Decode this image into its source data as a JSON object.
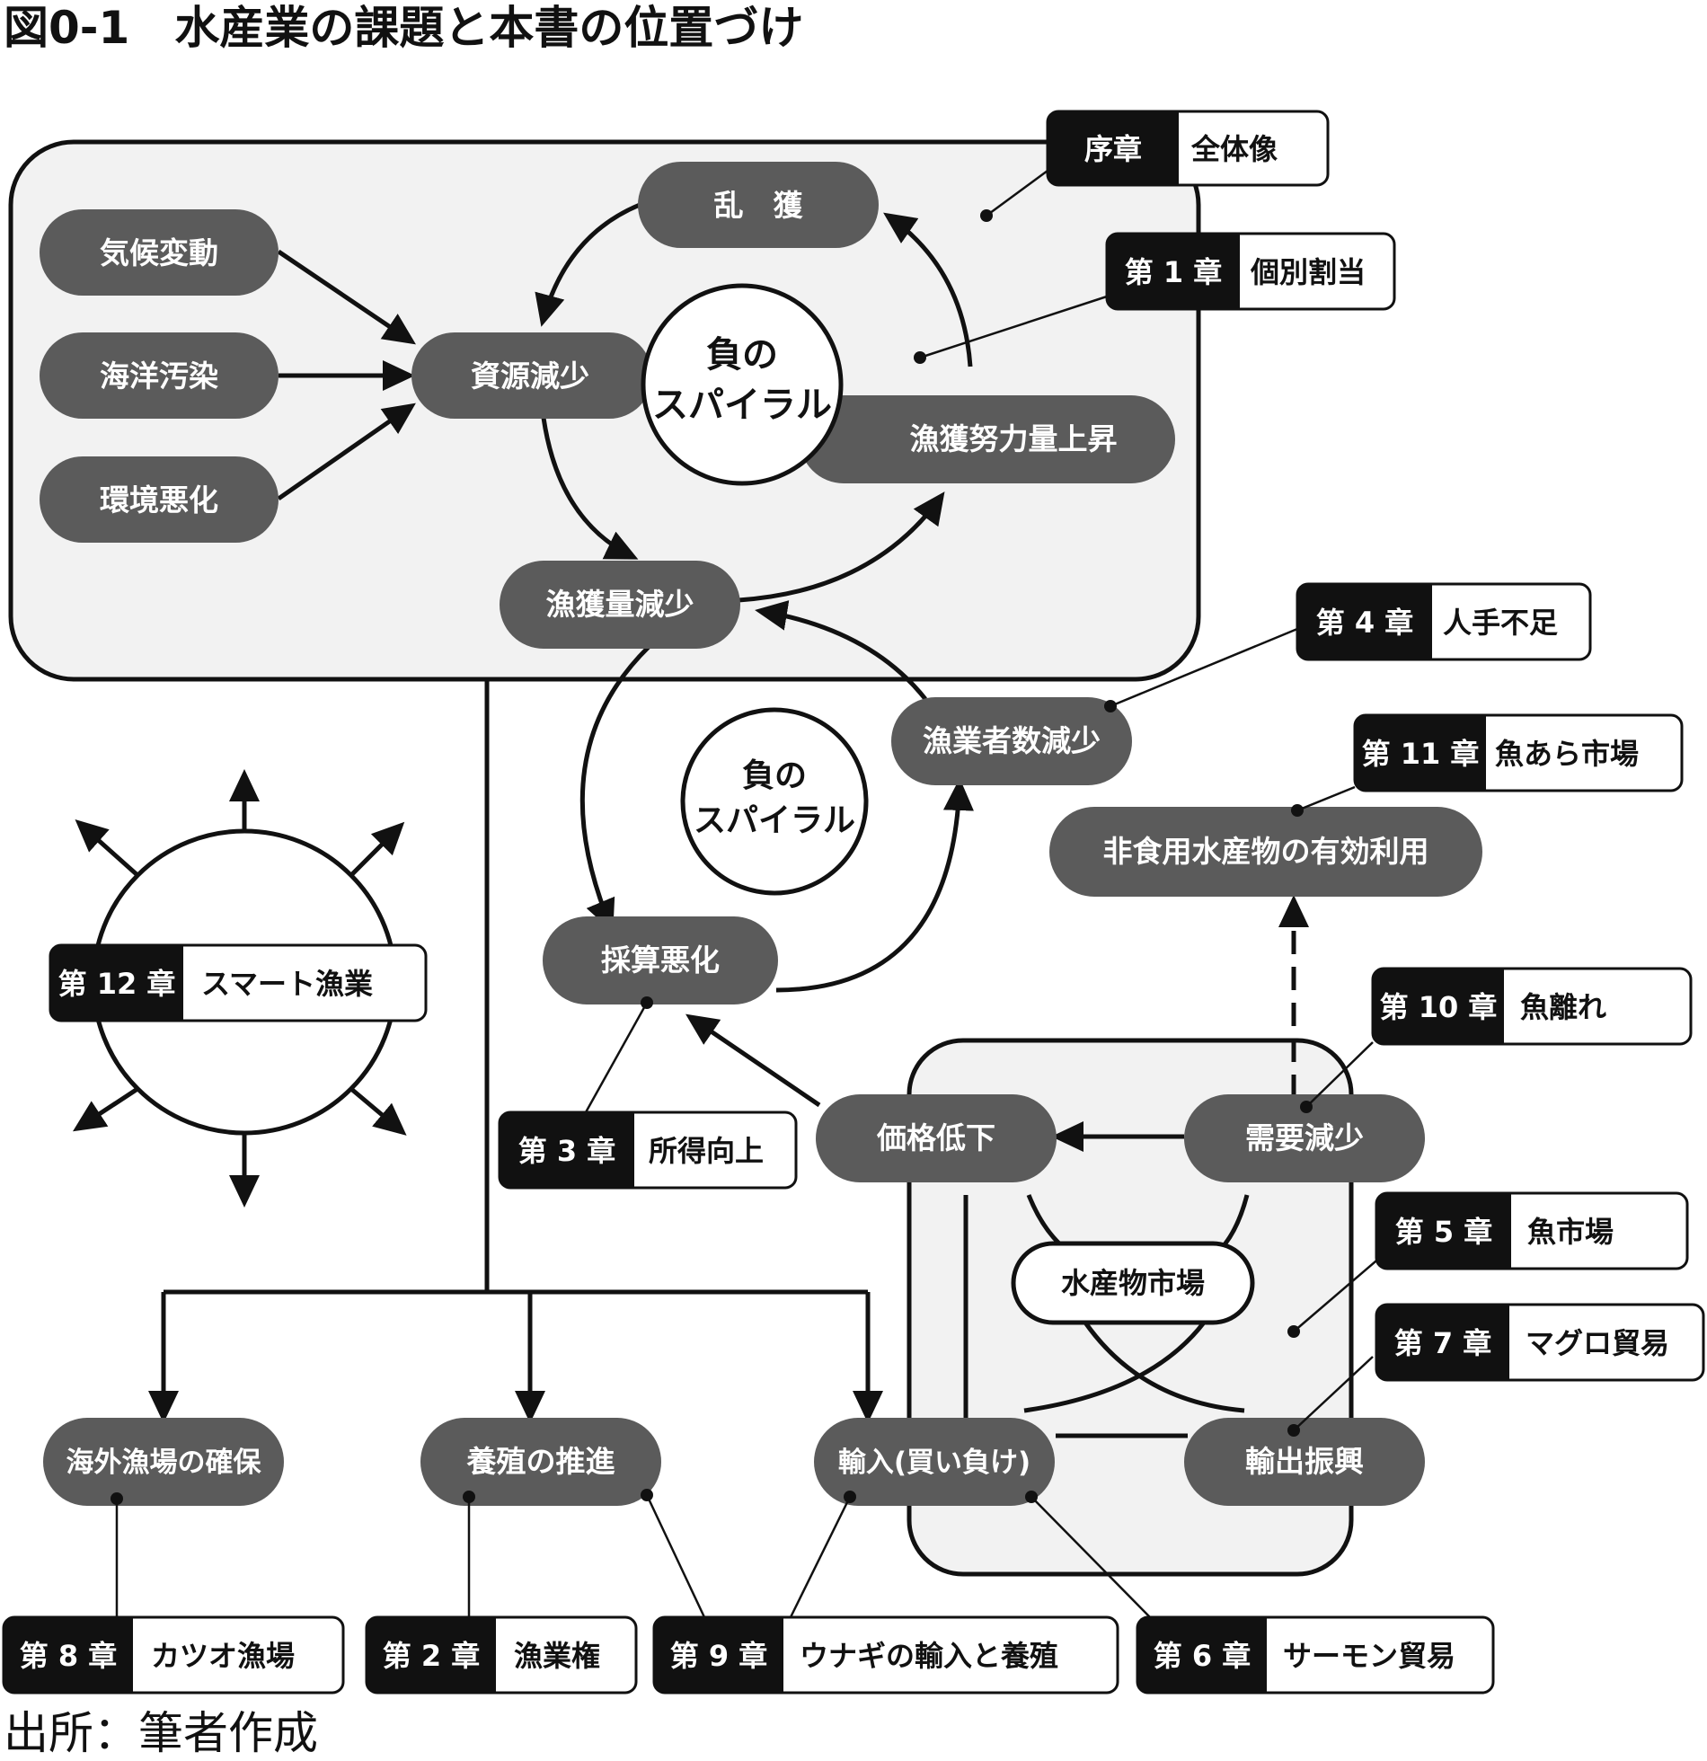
{
  "title": "図0-1　水産業の課題と本書の位置づけ",
  "source": "出所：筆者作成",
  "nodes": {
    "ranpaku": "乱　獲",
    "kikou": "気候変動",
    "kaiyou": "海洋汚染",
    "kankyou": "環境悪化",
    "shigen": "資源減少",
    "doryoku": "漁獲努力量上昇",
    "gyokaku": "漁獲量減少",
    "gyogyousha": "漁業者数減少",
    "saisan": "採算悪化",
    "hishokuyou": "非食用水産物の有効利用",
    "kakaku": "価格低下",
    "juyou": "需要減少",
    "ichiba": "水産物市場",
    "kaigai": "海外漁場の確保",
    "yoshoku": "養殖の推進",
    "yunyu": "輸入(買い負け)",
    "yushutsu": "輸出振興"
  },
  "spirals": {
    "upper_line1": "負の",
    "upper_line2": "スパイラル",
    "lower_line1": "負の",
    "lower_line2": "スパイラル"
  },
  "chapters": {
    "jo": {
      "chapter": "序章",
      "topic": "全体像"
    },
    "c1": {
      "chapter": "第 1 章",
      "topic": "個別割当"
    },
    "c2": {
      "chapter": "第 2 章",
      "topic": "漁業権"
    },
    "c3": {
      "chapter": "第 3 章",
      "topic": "所得向上"
    },
    "c4": {
      "chapter": "第 4 章",
      "topic": "人手不足"
    },
    "c5": {
      "chapter": "第 5 章",
      "topic": "魚市場"
    },
    "c6": {
      "chapter": "第 6 章",
      "topic": "サーモン貿易"
    },
    "c7": {
      "chapter": "第 7 章",
      "topic": "マグロ貿易"
    },
    "c8": {
      "chapter": "第 8 章",
      "topic": "カツオ漁場"
    },
    "c9": {
      "chapter": "第 9 章",
      "topic": "ウナギの輸入と養殖"
    },
    "c10": {
      "chapter": "第 10 章",
      "topic": "魚離れ"
    },
    "c11": {
      "chapter": "第 11 章",
      "topic": "魚あら市場"
    },
    "c12": {
      "chapter": "第 12 章",
      "topic": "スマート漁業"
    }
  },
  "colors": {
    "node_fill": "#5b5b5b",
    "region_fill": "#f2f2f2",
    "label_black": "#111111"
  }
}
